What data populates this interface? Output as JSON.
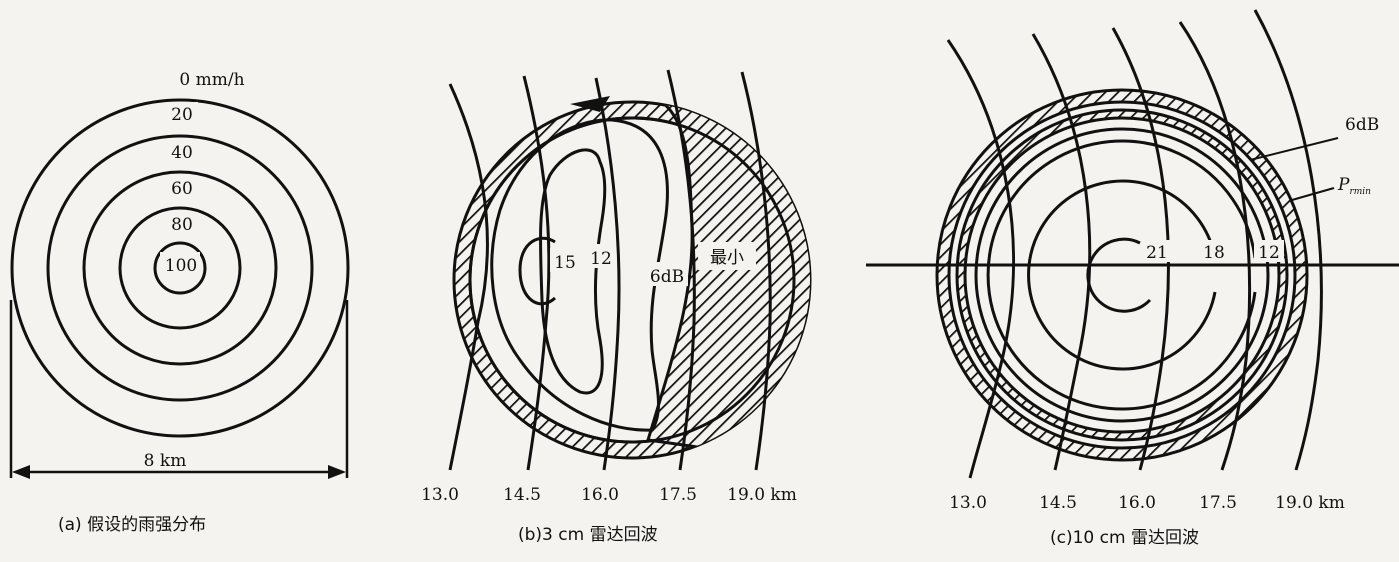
{
  "panel_a": {
    "contour_labels": [
      "0 mm/h",
      "20",
      "40",
      "60",
      "80",
      "100"
    ],
    "dimension": "8 km",
    "caption": "(a) 假设的雨强分布"
  },
  "panel_b": {
    "labels": {
      "c15": "15",
      "c12": "12",
      "c6db": "6dB",
      "min": "最小"
    },
    "range_labels": [
      "13.0",
      "14.5",
      "16.0",
      "17.5",
      "19.0 km"
    ],
    "caption": "(b)3 cm 雷达回波"
  },
  "panel_c": {
    "labels": {
      "c21": "21",
      "c18": "18",
      "c12": "12",
      "c6db": "6dB",
      "p_symbol": "P",
      "p_sub": "rmin"
    },
    "range_labels": [
      "13.0",
      "14.5",
      "16.0",
      "17.5",
      "19.0 km"
    ],
    "caption": "(c)10 cm 雷达回波"
  }
}
